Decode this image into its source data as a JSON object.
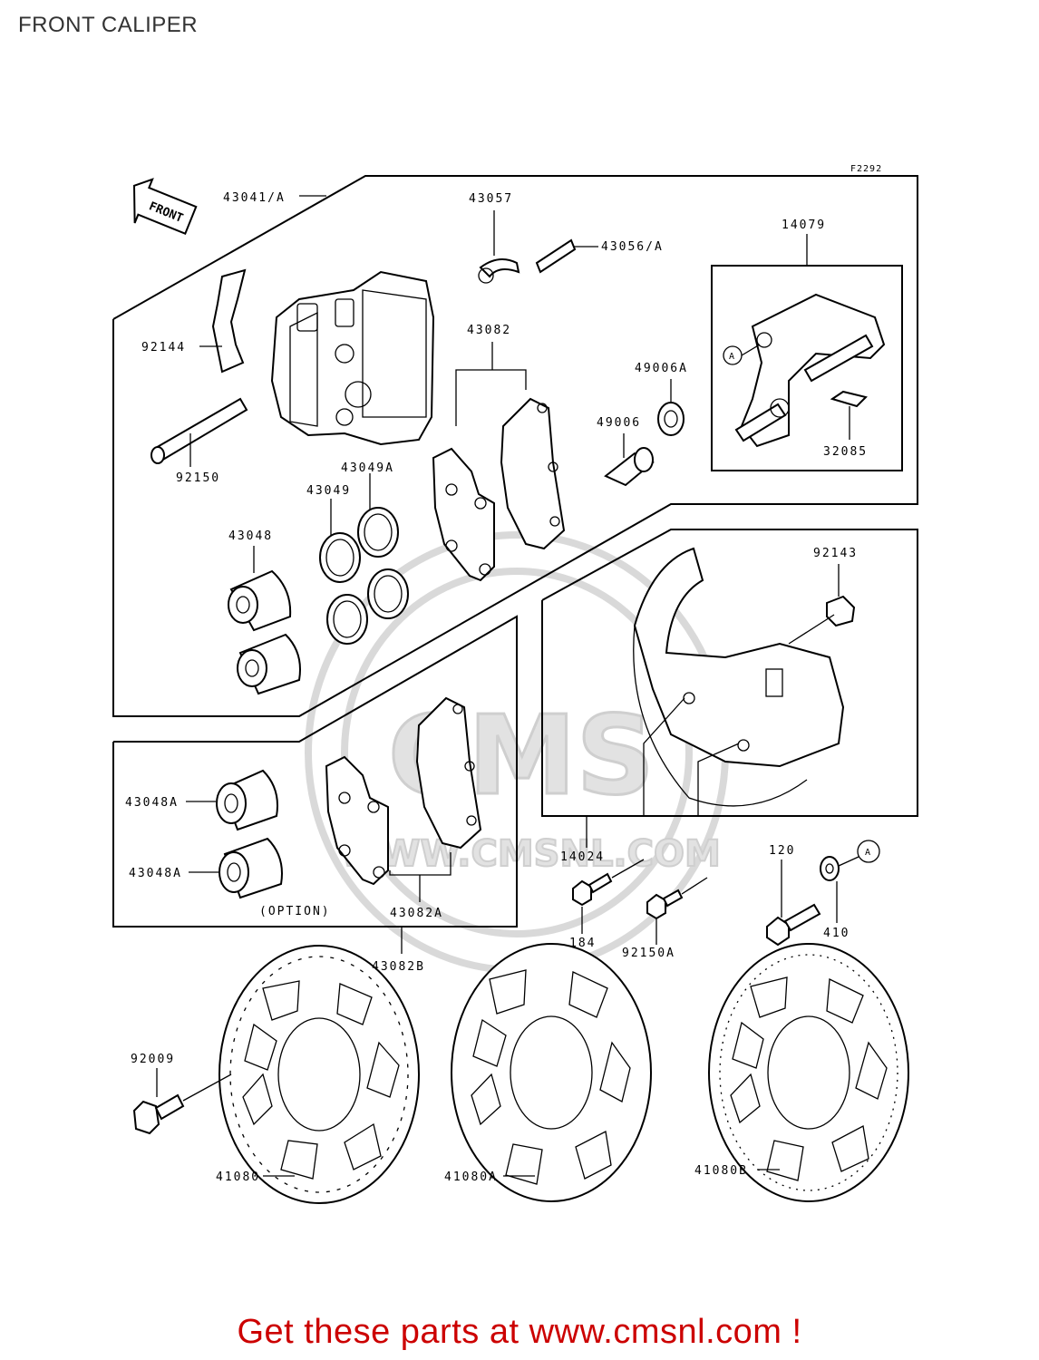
{
  "title": "FRONT CALIPER",
  "figure_code": "F2292",
  "front_arrow": "FRONT",
  "option_note": "(OPTION)",
  "circle_marker": "A",
  "watermark_text": "WWW.CMSNL.COM",
  "watermark_logo": "CMS",
  "promo_text": "Get these parts at www.cmsnl.com !",
  "labels": {
    "p43041A": "43041/A",
    "p43057": "43057",
    "p43056A": "43056/A",
    "p14079": "14079",
    "p92144": "92144",
    "p43082": "43082",
    "p49006A": "49006A",
    "p49006": "49006",
    "p92150": "92150",
    "p43049A": "43049A",
    "p43049": "43049",
    "p32085": "32085",
    "p43048": "43048",
    "p92143": "92143",
    "p43048A_1": "43048A",
    "p43048A_2": "43048A",
    "p43082A": "43082A",
    "p14024": "14024",
    "p120": "120",
    "p184": "184",
    "p92150A": "92150A",
    "p410": "410",
    "p43082B": "43082B",
    "p92009": "92009",
    "p41080": "41080",
    "p41080A": "41080A",
    "p41080B": "41080B"
  },
  "colors": {
    "promo": "#cc0000",
    "title": "#333333",
    "line": "#000000",
    "watermark": "#d9d9d9"
  }
}
